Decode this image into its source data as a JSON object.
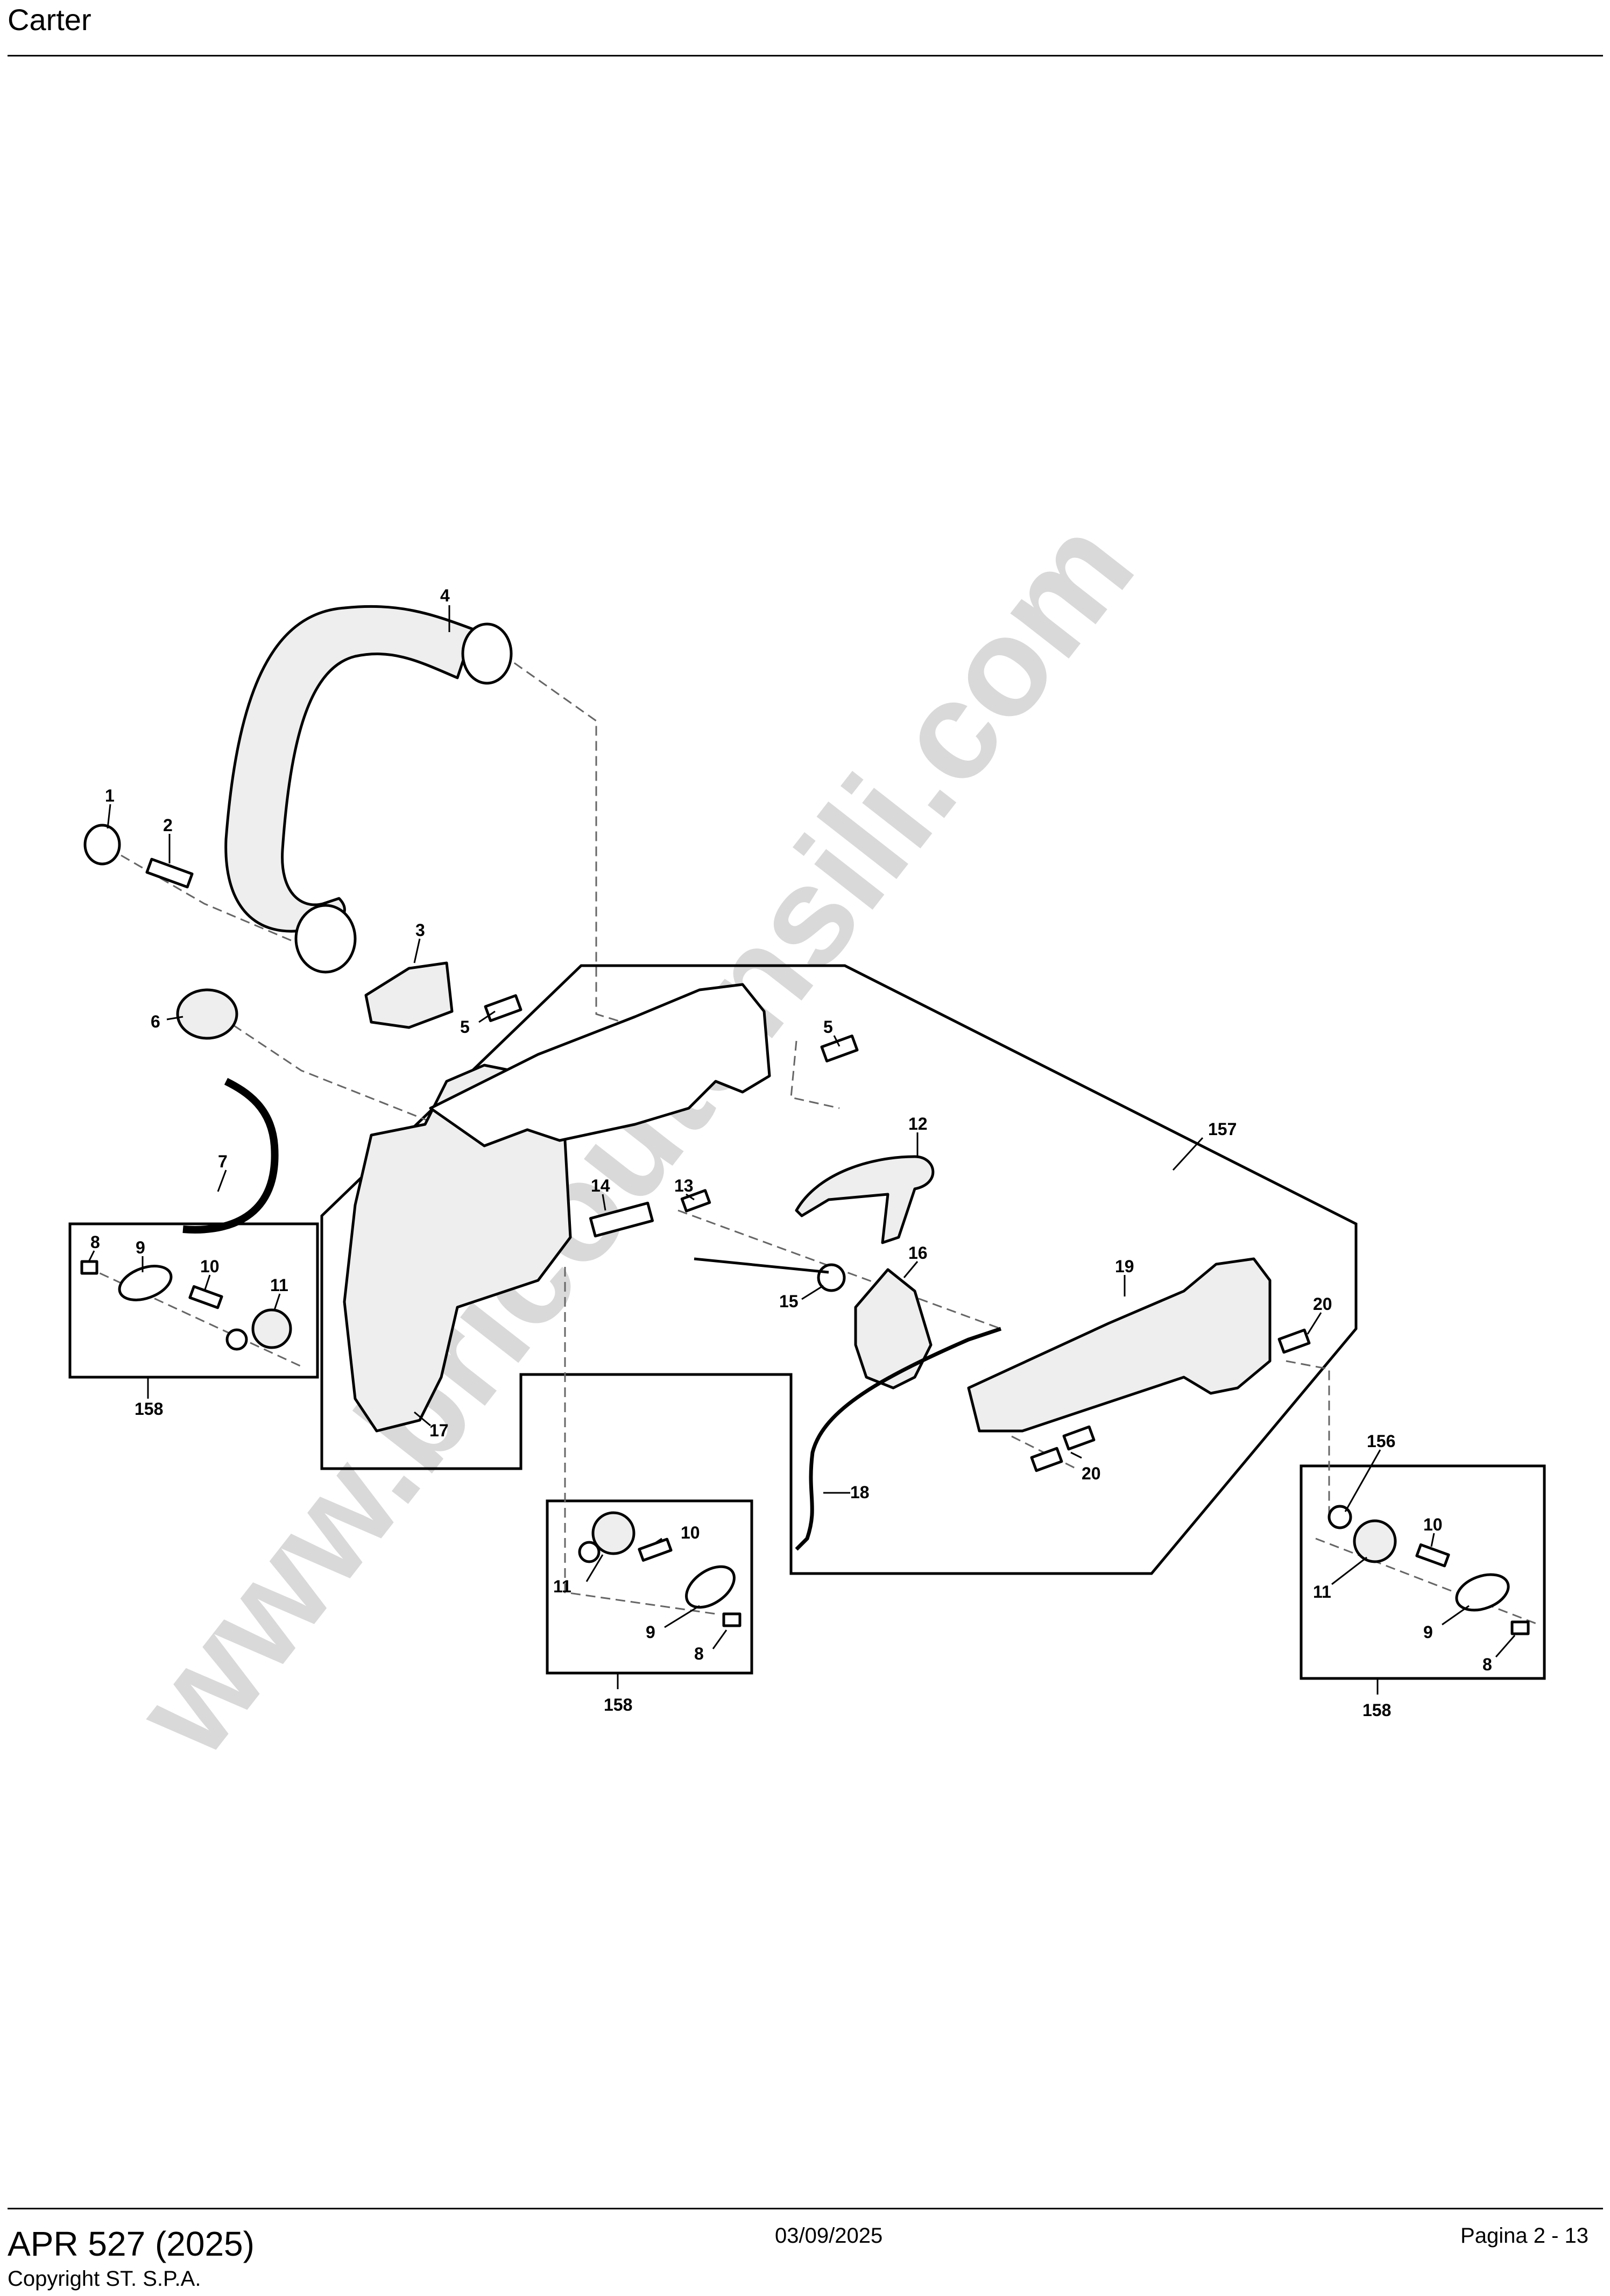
{
  "header": {
    "title": "Carter"
  },
  "watermark": "www.bricoutensili.com",
  "callouts": {
    "c1": "1",
    "c2": "2",
    "c3": "3",
    "c4": "4",
    "c5a": "5",
    "c5b": "5",
    "c6": "6",
    "c7": "7",
    "c8a": "8",
    "c8b": "8",
    "c8c": "8",
    "c9a": "9",
    "c9b": "9",
    "c9c": "9",
    "c10a": "10",
    "c10b": "10",
    "c10c": "10",
    "c11a": "11",
    "c11b": "11",
    "c11c": "11",
    "c12": "12",
    "c13": "13",
    "c14": "14",
    "c15": "15",
    "c16": "16",
    "c17": "17",
    "c18": "18",
    "c19": "19",
    "c20a": "20",
    "c20b": "20",
    "c156": "156",
    "c157": "157",
    "c158a": "158",
    "c158b": "158",
    "c158c": "158"
  },
  "footer": {
    "model": "APR 527 (2025)",
    "copyright": "Copyright ST. S.P.A.",
    "date": "03/09/2025",
    "page": "Pagina 2 - 13"
  }
}
